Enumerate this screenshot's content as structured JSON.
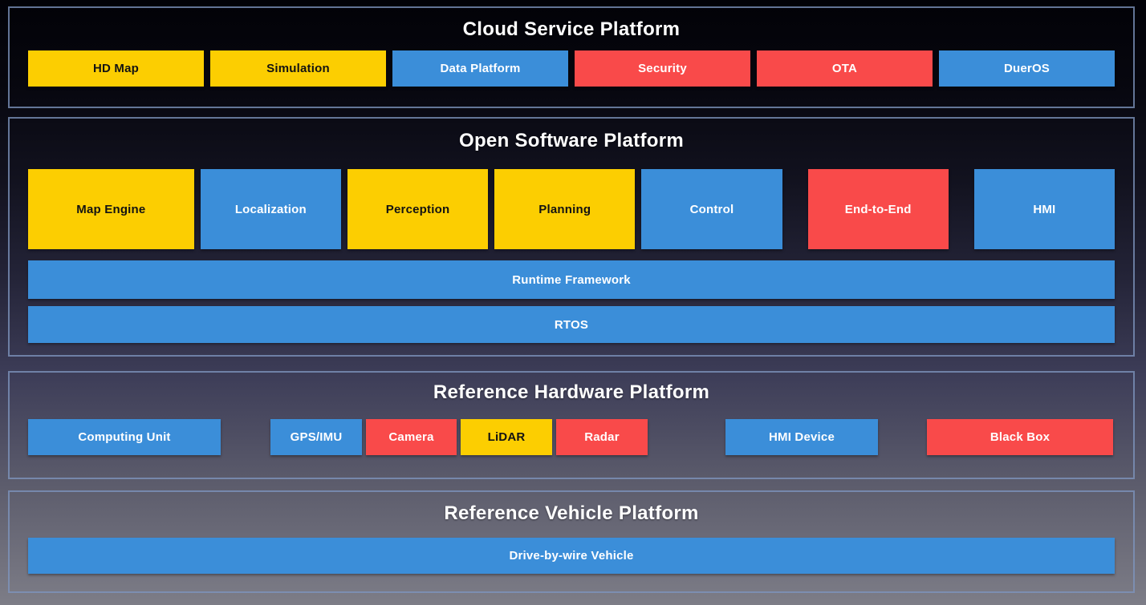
{
  "colors": {
    "yellow": "#FCCE01",
    "blue": "#3B8ED9",
    "red": "#F94A4A",
    "section_border": "#7E95BE",
    "title_text": "#FFFFFF",
    "label_on_yellow": "#131313",
    "label_on_blue_red": "#FFFFFF",
    "background_top": "#020207",
    "background_bottom": "#7D7D87"
  },
  "sections": [
    {
      "title": "Cloud Service Platform",
      "boxes": [
        {
          "label": "HD Map",
          "color": "yellow"
        },
        {
          "label": "Simulation",
          "color": "yellow"
        },
        {
          "label": "Data Platform",
          "color": "blue"
        },
        {
          "label": "Security",
          "color": "red"
        },
        {
          "label": "OTA",
          "color": "red"
        },
        {
          "label": "DuerOS",
          "color": "blue"
        }
      ]
    },
    {
      "title": "Open Software Platform",
      "boxes": [
        {
          "label": "Map Engine",
          "color": "yellow"
        },
        {
          "label": "Localization",
          "color": "blue"
        },
        {
          "label": "Perception",
          "color": "yellow"
        },
        {
          "label": "Planning",
          "color": "yellow"
        },
        {
          "label": "Control",
          "color": "blue"
        },
        {
          "label": "End-to-End",
          "color": "red"
        },
        {
          "label": "HMI",
          "color": "blue"
        }
      ],
      "bars": [
        {
          "label": "Runtime Framework",
          "color": "blue"
        },
        {
          "label": "RTOS",
          "color": "blue"
        }
      ]
    },
    {
      "title": "Reference Hardware Platform",
      "boxes": [
        {
          "label": "Computing Unit",
          "color": "blue"
        },
        {
          "label": "GPS/IMU",
          "color": "blue"
        },
        {
          "label": "Camera",
          "color": "red"
        },
        {
          "label": "LiDAR",
          "color": "yellow"
        },
        {
          "label": "Radar",
          "color": "red"
        },
        {
          "label": "HMI Device",
          "color": "blue"
        },
        {
          "label": "Black Box",
          "color": "red"
        }
      ]
    },
    {
      "title": "Reference Vehicle Platform",
      "bars": [
        {
          "label": "Drive-by-wire Vehicle",
          "color": "blue"
        }
      ]
    }
  ]
}
